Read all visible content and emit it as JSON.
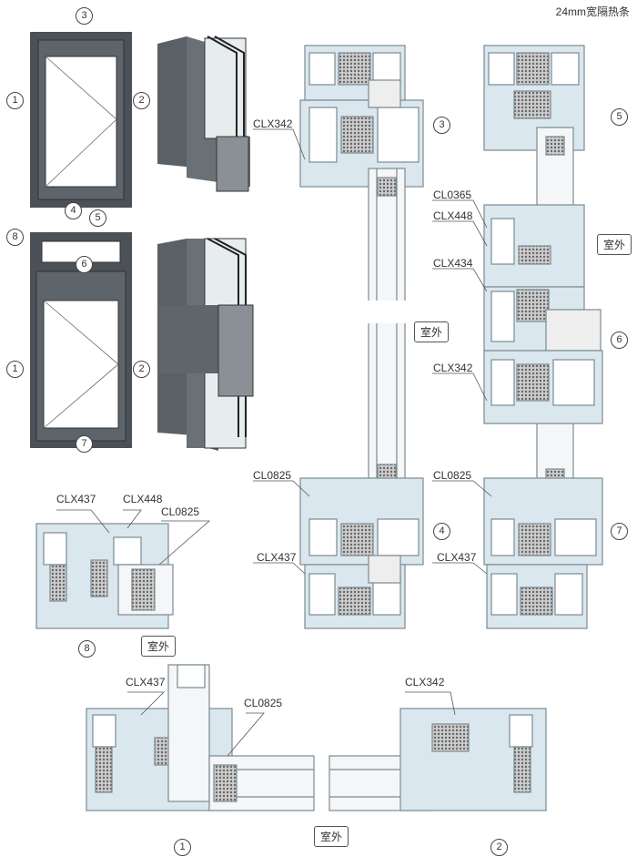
{
  "title": "24mm宽隔热条",
  "outside_label": "室外",
  "callouts": {
    "c1": "1",
    "c2": "2",
    "c3": "3",
    "c4": "4",
    "c5": "5",
    "c6": "6",
    "c7": "7",
    "c8": "8"
  },
  "profiles": {
    "clx342": "CLX342",
    "clx437": "CLX437",
    "clx448": "CLX448",
    "clx434": "CLX434",
    "cl0825": "CL0825",
    "cl0365": "CL0365"
  },
  "colors": {
    "frame": "#4b5156",
    "profile": "#dbe7ee",
    "profile_stroke": "#7b8a93",
    "gasket": "#8a8a8a"
  }
}
